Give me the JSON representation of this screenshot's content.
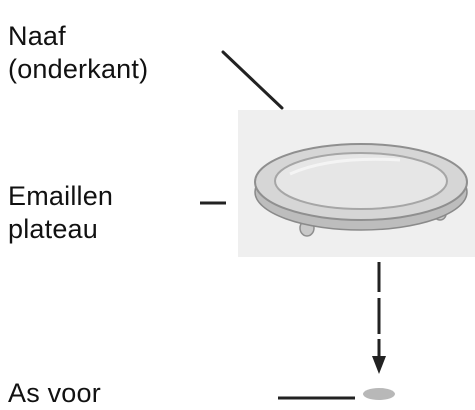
{
  "labels": {
    "hub": {
      "line1": "Naaf",
      "line2": "(onderkant)"
    },
    "plate": {
      "line1": "Emaillen",
      "line2": "plateau"
    },
    "shaft": {
      "line1": "As voor"
    }
  },
  "colors": {
    "background": "#ffffff",
    "text": "#111111",
    "image_backdrop": "#efefef",
    "plate_fill": "#dcdcdc",
    "plate_rim": "#9a9a9a",
    "leader_line": "#222222",
    "shaft_part": "#b8b8b8"
  }
}
